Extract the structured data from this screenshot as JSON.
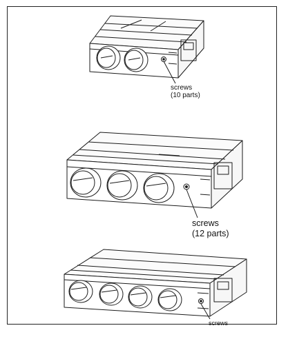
{
  "units": [
    {
      "label_line1": "screws",
      "label_line2": "(10 parts)"
    },
    {
      "label_line1": "screws",
      "label_line2": "(12 parts)"
    },
    {
      "label_line1": "screws",
      "label_line2": ""
    }
  ],
  "colors": {
    "line": "#1a1a1a",
    "frame": "#222222",
    "background": "#ffffff"
  }
}
